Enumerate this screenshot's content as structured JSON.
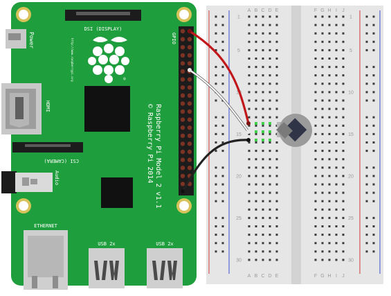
{
  "board": {
    "dsi_label": "DSI (DISPLAY)",
    "gpio_label": "GPIO",
    "power_label": "Power",
    "hdmi_label": "HDMI",
    "csi_label": "CSI (CAMERA)",
    "audio_label": "Audio",
    "ethernet_label": "ETHERNET",
    "usb_label_1": "USB 2x",
    "usb_label_2": "USB 2x",
    "model_line1": "Raspberry Pi Model 2 v1.1",
    "model_line2": "© Raspberry Pi 2014",
    "website": "http://www.raspberrypi.org",
    "logo_mark": "®"
  },
  "breadboard": {
    "column_letters_left": [
      "A",
      "B",
      "C",
      "D",
      "E"
    ],
    "column_letters_right": [
      "F",
      "G",
      "H",
      "I",
      "J"
    ],
    "row_numbers": [
      "1",
      "5",
      "10",
      "15",
      "20",
      "25",
      "30"
    ]
  },
  "wires": [
    {
      "name": "red-wire",
      "color": "#c1181c"
    },
    {
      "name": "white-wire",
      "color": "#ffffff"
    },
    {
      "name": "black-wire",
      "color": "#222222"
    }
  ],
  "colors": {
    "board_green": "#1e9e3c",
    "breadboard": "#e6e6e6",
    "rail_red": "#d23a3a",
    "rail_blue": "#3a4fd2",
    "header_pin": "#7b3323"
  },
  "component": {
    "type": "sensor-module"
  }
}
